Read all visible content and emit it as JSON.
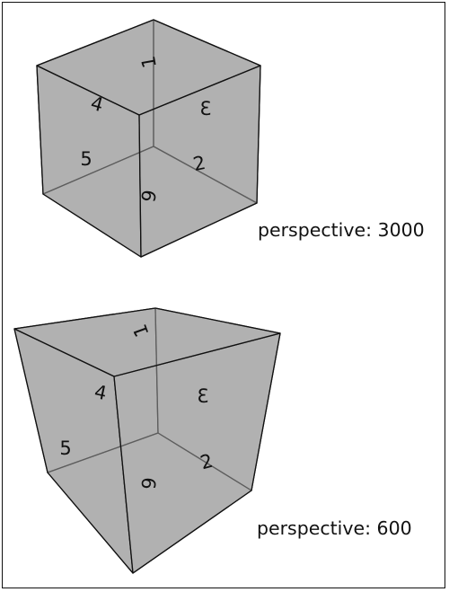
{
  "figures": [
    {
      "caption": "perspective: 3000",
      "face_numbers": [
        "1",
        "2",
        "3",
        "4",
        "5",
        "6"
      ]
    },
    {
      "caption": "perspective: 600",
      "face_numbers": [
        "1",
        "2",
        "3",
        "4",
        "5",
        "6"
      ]
    }
  ],
  "colors": {
    "face_fill": "#9d9d9d",
    "edge": "#111111",
    "background": "#ffffff"
  }
}
